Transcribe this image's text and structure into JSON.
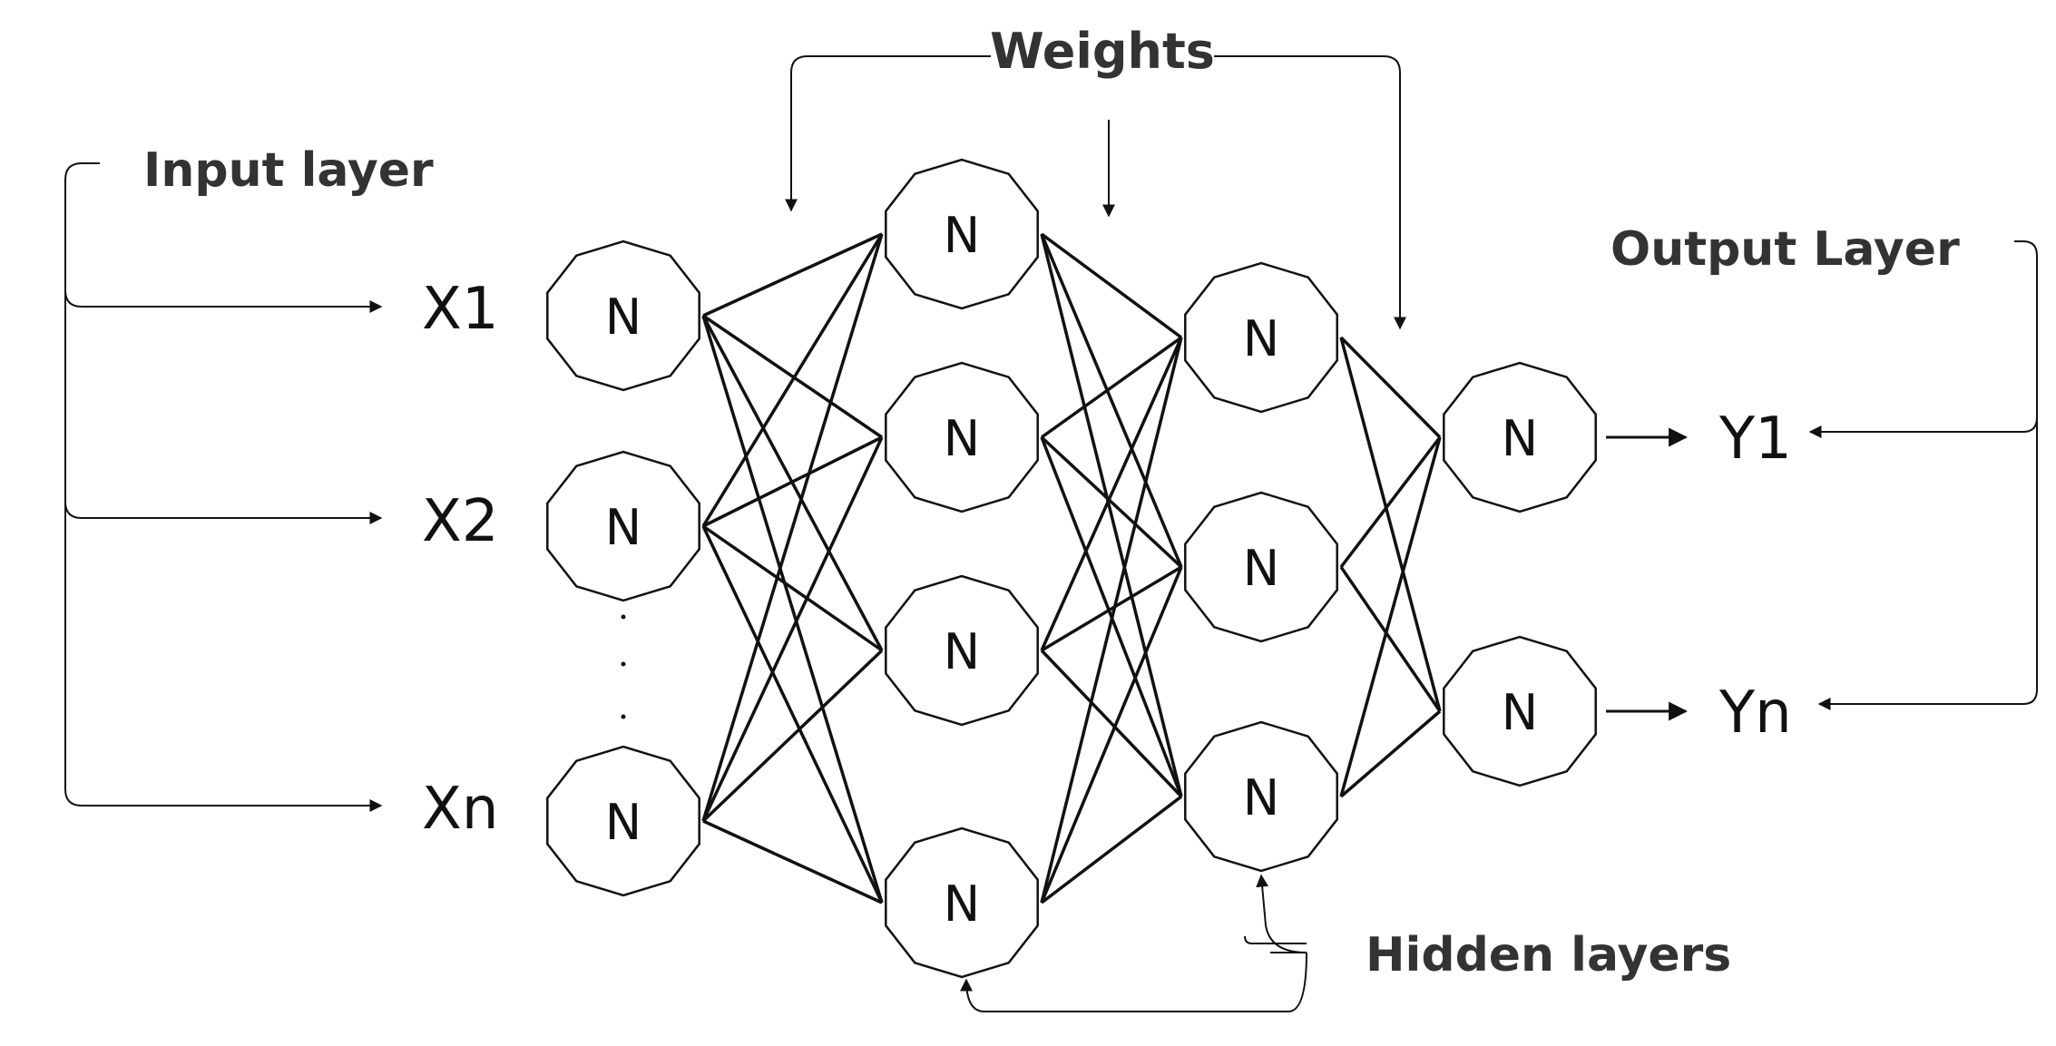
{
  "labels": {
    "weights": "Weights",
    "input_layer": "Input layer",
    "output_layer": "Output Layer",
    "hidden_layers": "Hidden layers"
  },
  "inputs": [
    "X1",
    "X2",
    "Xn"
  ],
  "outputs": [
    "Y1",
    "Yn"
  ],
  "node_label": "N",
  "layers": [
    {
      "name": "input",
      "count": 3
    },
    {
      "name": "hidden-1",
      "count": 4
    },
    {
      "name": "hidden-2",
      "count": 3
    },
    {
      "name": "output",
      "count": 2
    }
  ],
  "colors": {
    "stroke": "#111111",
    "text": "#333333",
    "background": "#ffffff"
  }
}
